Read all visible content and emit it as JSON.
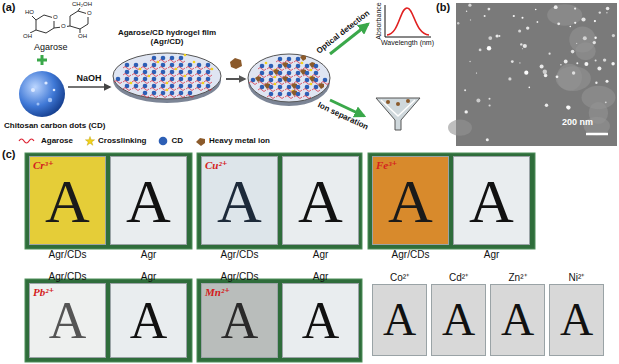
{
  "diagram": {
    "nodes": [
      {
        "text": [
          "Agarose"
        ]
      },
      {
        "text": [
          "Chitosan carbon dots (CD)"
        ]
      },
      {
        "text": [
          "Agarose/CD hydrogel film (Agr/CD)"
        ]
      },
      {
        "text": [
          "Absorbance",
          "Wavelength (nm)"
        ]
      },
      {
        "text": [
          "Cr³⁺",
          "A",
          "Agr/CDs"
        ]
      },
      {
        "text": [
          "A",
          "Agr"
        ]
      },
      {
        "text": [
          "Cu²⁺",
          "A",
          "Agr/CDs"
        ]
      },
      {
        "text": [
          "A",
          "Agr"
        ]
      },
      {
        "text": [
          "Fe³⁺",
          "A",
          "Agr/CDs"
        ]
      },
      {
        "text": [
          "A",
          "Agr"
        ]
      },
      {
        "text": [
          "Pb²⁺",
          "A",
          "Agr/CDs"
        ]
      },
      {
        "text": [
          "A",
          "Agr"
        ]
      },
      {
        "text": [
          "Mn²⁺",
          "A",
          "Agr/CDs"
        ]
      },
      {
        "text": [
          "A",
          "Agr"
        ]
      },
      {
        "text": [
          "Co²⁺",
          "A"
        ]
      },
      {
        "text": [
          "Cd²⁺",
          "A"
        ]
      },
      {
        "text": [
          "Zn²⁺",
          "A"
        ]
      },
      {
        "text": [
          "Ni²⁺",
          "A"
        ]
      }
    ],
    "edges": [
      {
        "from": 1,
        "to": 2,
        "arrow": "to",
        "label": "NaOH"
      }
    ],
    "labels": [
      "(a)",
      "(b)",
      "(c)",
      "Optical detection",
      "Ion separation",
      "200 nm",
      "OH",
      "CH₂OH",
      "O",
      "O",
      "HO",
      "OH",
      "O"
    ],
    "legend": [
      {
        "text": "Agarose"
      },
      {
        "text": "Crosslinking"
      },
      {
        "text": "CD"
      },
      {
        "text": "Heavy metal ion"
      }
    ]
  }
}
